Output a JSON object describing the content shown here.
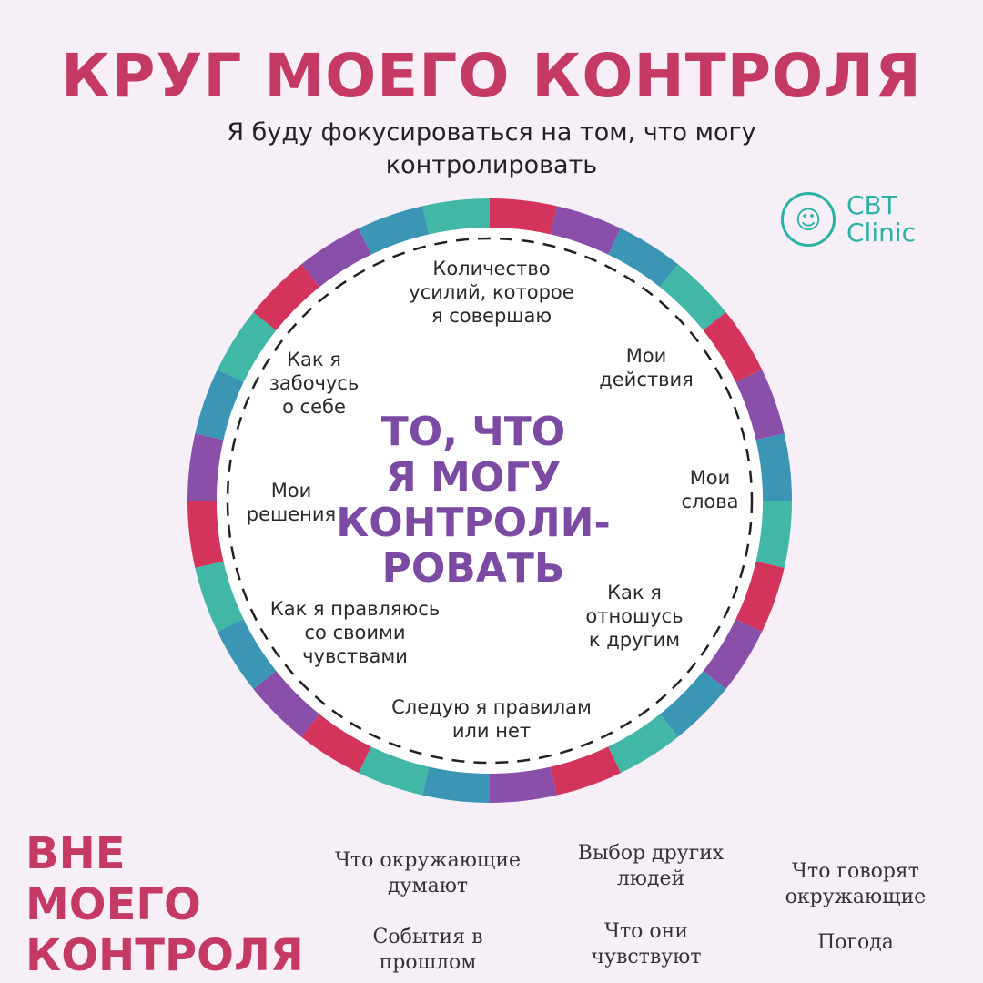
{
  "header": {
    "title": "КРУГ МОЕГО КОНТРОЛЯ",
    "subtitle": "Я буду фокусироваться на том, что могу контролировать"
  },
  "logo": {
    "text_line1": "CBT",
    "text_line2": "Clinic",
    "icon": "portrait-icon",
    "color": "#2ab3a5"
  },
  "circle": {
    "center_text": "ТО, ЧТО\nЯ МОГУ\nКОНТРОЛИ-\nРОВАТЬ",
    "ring_colors": [
      "#d4335b",
      "#8a4fa8",
      "#3a96b4",
      "#41b8a6"
    ],
    "items": [
      "Количество\nусилий, которое\nя совершаю",
      "Мои\nдействия",
      "Мои\nслова",
      "Как я\nотношусь\nк другим",
      "Следую я правилам\nили нет",
      "Как я правляюсь\nсо своими\nчувствами",
      "Мои\nрешения",
      "Как я\nзабочусь\nо себе"
    ]
  },
  "outside": {
    "title": "ВНЕ\nМОЕГО\nКОНТРОЛЯ",
    "items": [
      "Что окружающие\nдумают",
      "Выбор других\nлюдей",
      "Что говорят\nокружающие",
      "События в\nпрошлом",
      "Что они\nчувствуют",
      "Погода"
    ]
  },
  "colors": {
    "title": "#c43a64",
    "center_text": "#7b4aa3",
    "background": "#f7eff7"
  }
}
